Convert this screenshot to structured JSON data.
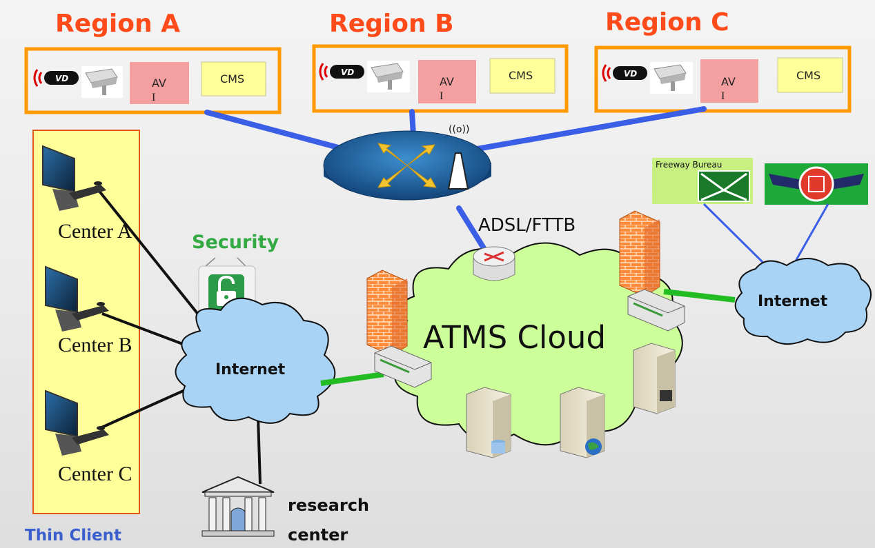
{
  "regions": [
    {
      "title": "Region A",
      "avi": "AV\nI",
      "cms": "CMS"
    },
    {
      "title": "Region B",
      "avi": "AV\nI",
      "cms": "CMS"
    },
    {
      "title": "Region C",
      "avi": "AV\nI",
      "cms": "CMS"
    }
  ],
  "vd_label": "VD",
  "centers": [
    "Center A",
    "Center B",
    "Center C"
  ],
  "thin_client": "Thin Client",
  "security": "Security",
  "internet_left": "Internet",
  "internet_right": "Internet",
  "cloud_label": "ATMS Cloud",
  "link_label": "ADSL/FTTB",
  "research": [
    "research",
    "center"
  ],
  "logos": {
    "freeway": "Freeway Bureau"
  },
  "colors": {
    "region_title": "#ff4a1a",
    "region_border": "#ff9900",
    "thin_client_text": "#3a5fcc",
    "security_text": "#33aa44",
    "wan_line": "#3a5fe6",
    "lan_line": "#22bb22",
    "cloud_fill": "#ccff99",
    "internet_fill": "#a9d3f5",
    "thin_panel": "#ffff99"
  }
}
